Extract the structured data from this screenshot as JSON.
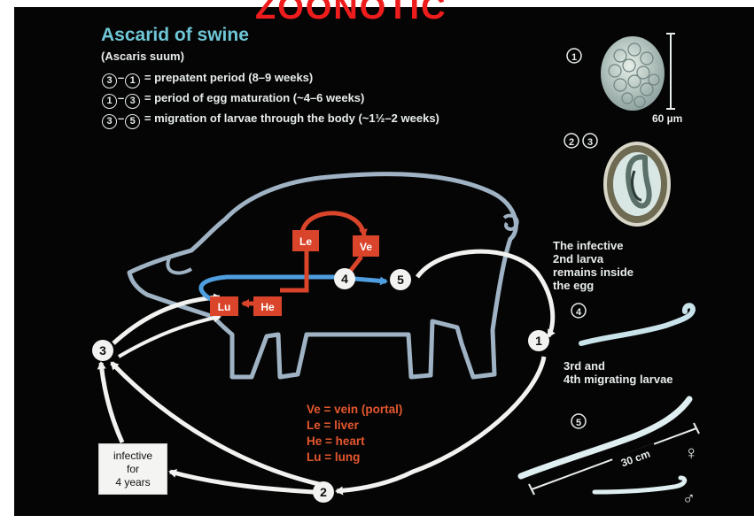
{
  "heading_cut": "ZOONOTIC",
  "title": "Ascarid of swine",
  "subtitle": "(Ascaris suum)",
  "legend": [
    {
      "a": "3",
      "b": "1",
      "text": "= prepatent period (8–9 weeks)"
    },
    {
      "a": "1",
      "b": "3",
      "text": "= period of egg maturation (~4–6 weeks)"
    },
    {
      "a": "3",
      "b": "5",
      "text": "= migration of larvae through the body (~1½–2 weeks)"
    }
  ],
  "cycle_nodes": [
    "1",
    "2",
    "3",
    "4",
    "5"
  ],
  "organs": {
    "le": "Le",
    "ve": "Ve",
    "lu": "Lu",
    "he": "He"
  },
  "organ_legend": [
    "Ve = vein (portal)",
    "Le = liver",
    "He = heart",
    "Lu = lung"
  ],
  "infective_box": [
    "infective",
    "for",
    "4 years"
  ],
  "stages": {
    "s1_num": "1",
    "scale_egg": "60 µm",
    "s23_nums": [
      "2",
      "3"
    ],
    "infective_larva": [
      "The infective",
      "2nd larva",
      "remains inside",
      "the egg"
    ],
    "s4_num": "4",
    "migrating": [
      "3rd and",
      "4th migrating larvae"
    ],
    "s5_num": "5",
    "scale_adult": "30 cm",
    "female": "♀",
    "male": "♂"
  },
  "colors": {
    "pig_outline": "#9fb3c4",
    "cycle": "#f2f2f0",
    "organ": "#d9442a",
    "blood_path": "#4f9fe0",
    "title": "#6fc6d6",
    "background": "#050505"
  }
}
